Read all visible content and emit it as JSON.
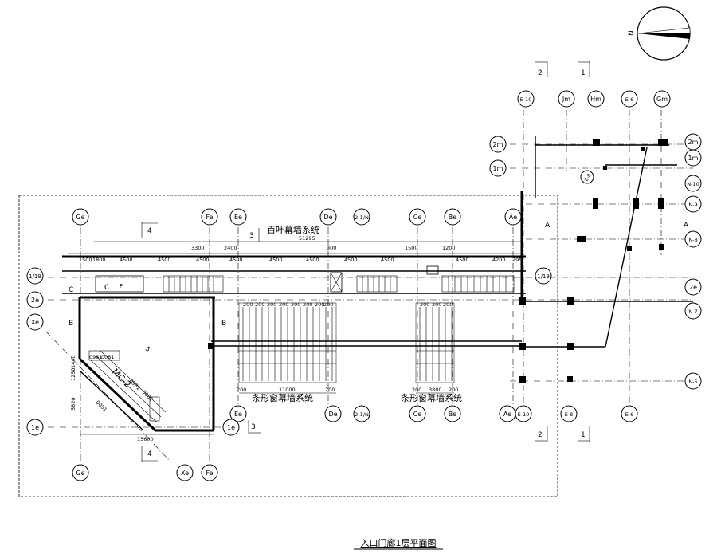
{
  "title": "入口门廊1层平面图",
  "compass": {
    "label": "N"
  },
  "curtain_wall": {
    "louver": "百叶幕墙系统",
    "strip_left": "条形窗幕墙系统",
    "strip_right": "条形窗幕墙系统"
  },
  "axes_top": [
    "Ge",
    "Fe",
    "Ee",
    "De",
    "2-1/N",
    "Ce",
    "Be",
    "Ae"
  ],
  "axes_bottom": [
    "Ee",
    "De",
    "2-1/N",
    "Ce",
    "Be",
    "Ae",
    "E-10",
    "E-8",
    "E-6"
  ],
  "axes_bottom_left": [
    "Ge",
    "Xe",
    "Fe"
  ],
  "axes_right_top": [
    "E-10",
    "Jm",
    "Hm",
    "E-6",
    "Gm"
  ],
  "axes_right_side": [
    "2m",
    "1m",
    "N-10",
    "N-9",
    "N-8",
    "2e",
    "N-7",
    "N-5"
  ],
  "axes_right_left": [
    "2m",
    "1m"
  ],
  "axes_left": [
    "1/19",
    "2e",
    "Xe",
    "1e"
  ],
  "axis_misc": {
    "c19_right": "1/19",
    "e1_mid": "1e",
    "e8_diag": "E-8"
  },
  "section_marks": {
    "s4_top": "4",
    "s3_top": "3",
    "s4_bottom": "4",
    "s3_bottom": "3",
    "s2_top": "2",
    "s1_top": "1",
    "s2_bottom": "2",
    "s1_bottom": "1"
  },
  "zone_labels": {
    "b_left": "B",
    "b_mid": "B",
    "c_left": "C",
    "c_box": "C",
    "f_box": "F",
    "a_right_1": "A",
    "a_right_2": "A",
    "mc2": "MC-2",
    "diag_5": "5"
  },
  "dimensions": {
    "top_total": "51295",
    "top_segments": [
      "3300",
      "2400",
      "300",
      "1500",
      "1200"
    ],
    "row_segments": [
      "1500",
      "1800",
      "4500",
      "4500",
      "4500",
      "4500",
      "4500",
      "4500",
      "4500",
      "4500",
      "4500",
      "4200",
      "295"
    ],
    "mullion": "200",
    "bottom_left": "11000",
    "bottom_right": "3800",
    "bottom_small": "200",
    "lobby_width": "15600",
    "diag_vertical_1": "5820",
    "diag_vertical_2": "1440",
    "diag_vertical_3": "1250",
    "diag_labels": [
      "0981",
      "0081",
      "0981",
      "0081",
      "0081"
    ]
  }
}
